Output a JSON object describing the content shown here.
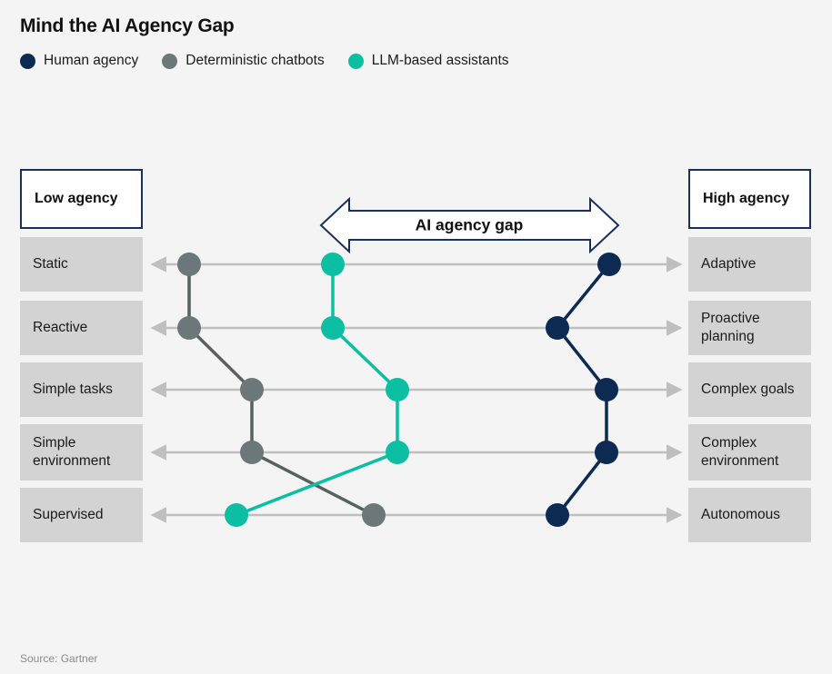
{
  "title": "Mind the AI Agency Gap",
  "source_note": "Source: Gartner",
  "colors": {
    "background": "#f4f4f4",
    "human_agency": "#0d2a52",
    "deterministic_chatbots": "#6b7779",
    "llm_assistants": "#0cbfa2",
    "chip": "#d3d3d3",
    "axis_line": "#bfbfbf",
    "box_border": "#18305a"
  },
  "legend": {
    "items": [
      {
        "label": "Human agency",
        "color_key": "human_agency",
        "icon": "legend-dot-icon"
      },
      {
        "label": "Deterministic chatbots",
        "color_key": "deterministic_chatbots",
        "icon": "legend-dot-icon"
      },
      {
        "label": "LLM-based assistants",
        "color_key": "llm_assistants",
        "icon": "legend-dot-icon"
      }
    ]
  },
  "poles": {
    "low": "Low agency",
    "high": "High agency"
  },
  "gap_annotation": {
    "label": "AI agency gap",
    "icon": "double-headed-arrow-icon"
  },
  "chart_data": {
    "type": "line",
    "title": "Mind the AI Agency Gap",
    "xlabel": "",
    "ylabel": "",
    "xlim": [
      0,
      100
    ],
    "grid": false,
    "legend_position": "top-left",
    "orientation": "horizontal-slopegraph",
    "axis_note": "Each row is a bidirectional axis running from the low-agency pole (left) to the high-agency pole (right).",
    "categories": [
      {
        "low": "Static",
        "high": "Adaptive"
      },
      {
        "low": "Reactive",
        "high": "Proactive planning"
      },
      {
        "low": "Simple tasks",
        "high": "Complex goals"
      },
      {
        "low": "Simple environment",
        "high": "Complex environment"
      },
      {
        "low": "Supervised",
        "high": "Autonomous"
      }
    ],
    "series": [
      {
        "name": "Deterministic chatbots",
        "color": "#6b7779",
        "values": [
          8,
          8,
          20,
          20,
          42
        ]
      },
      {
        "name": "LLM-based assistants",
        "color": "#0cbfa2",
        "values": [
          35,
          35,
          47,
          47,
          17
        ]
      },
      {
        "name": "Human agency",
        "color": "#0d2a52",
        "values": [
          86,
          76,
          85,
          85,
          76
        ]
      }
    ],
    "annotations": [
      {
        "text": "AI agency gap",
        "type": "double-arrow",
        "from": 33,
        "to": 88
      }
    ]
  }
}
